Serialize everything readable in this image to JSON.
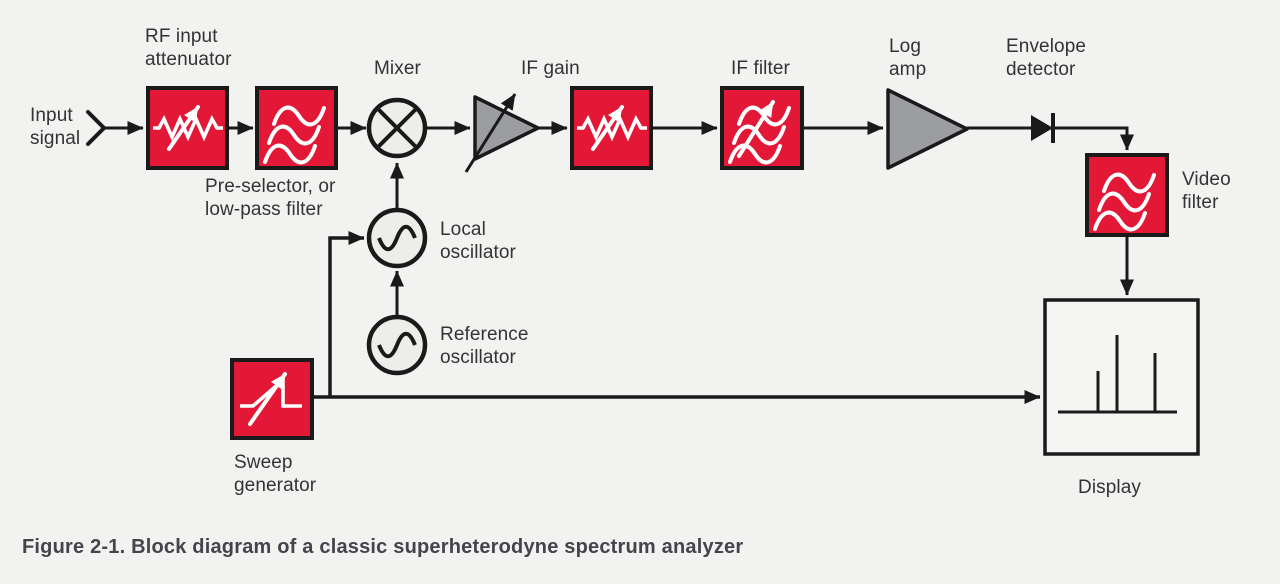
{
  "figure": {
    "caption": "Figure 2-1. Block diagram of a classic superheterodyne spectrum analyzer"
  },
  "labels": {
    "input_signal": "Input\nsignal",
    "rf_input_attenuator": "RF input\nattenuator",
    "preselector": "Pre-selector, or\nlow-pass filter",
    "mixer": "Mixer",
    "if_gain": "IF gain",
    "if_filter": "IF filter",
    "log_amp": "Log\namp",
    "envelope_detector": "Envelope\ndetector",
    "video_filter": "Video\nfilter",
    "local_oscillator": "Local\noscillator",
    "reference_oscillator": "Reference\noscillator",
    "sweep_generator": "Sweep\ngenerator",
    "display": "Display"
  },
  "icons": {
    "input_terminal": "input-terminal-icon",
    "rf_attenuator": "variable-attenuator-icon",
    "preselector": "filter-waves-icon",
    "mixer": "mixer-cross-circle-icon",
    "if_gain_amp": "variable-gain-amp-icon",
    "if_gain_attenuator": "variable-attenuator-icon",
    "if_filter": "tunable-filter-waves-icon",
    "log_amp": "amplifier-triangle-icon",
    "envelope_detector": "diode-icon",
    "video_filter": "filter-waves-icon",
    "local_oscillator": "sine-oscillator-icon",
    "reference_oscillator": "sine-oscillator-icon",
    "sweep_generator": "sweep-ramp-icon",
    "display": "spectrum-trace-icon"
  },
  "colors": {
    "background": "#F2F2F1",
    "block_red": "#E31837",
    "line_black": "#1A1A1A",
    "amp_gray": "#9B9DA0",
    "node_fill": "#EDEDEA",
    "display_fill": "#F5F5F4",
    "label_text": "#333333",
    "caption_text": "#44444C"
  }
}
